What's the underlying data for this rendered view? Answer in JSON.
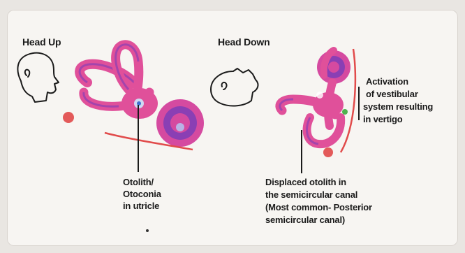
{
  "labels": {
    "head_up": "Head Up",
    "head_down": "Head Down",
    "otolith_line1": "Otolith/",
    "otolith_line2": "Otoconia",
    "otolith_line3": "in utricle",
    "activation_line1": "Activation",
    "activation_line2": "of vestibular",
    "activation_line3": "system resulting",
    "activation_line4": "in vertigo",
    "displaced_line1": "Displaced otolith in",
    "displaced_line2": "the semicircular canal",
    "displaced_line3": "(Most common- Posterior",
    "displaced_line4": "semicircular canal)"
  },
  "colors": {
    "canal_pink": "#e0509a",
    "canal_purple": "#8a3fb4",
    "canal_red": "#e14b4b",
    "dot_red": "#e35a5a",
    "ink": "#1b1b1b"
  },
  "icons": {
    "head_up": "head-upright-icon",
    "head_down": "head-tilted-back-icon"
  }
}
